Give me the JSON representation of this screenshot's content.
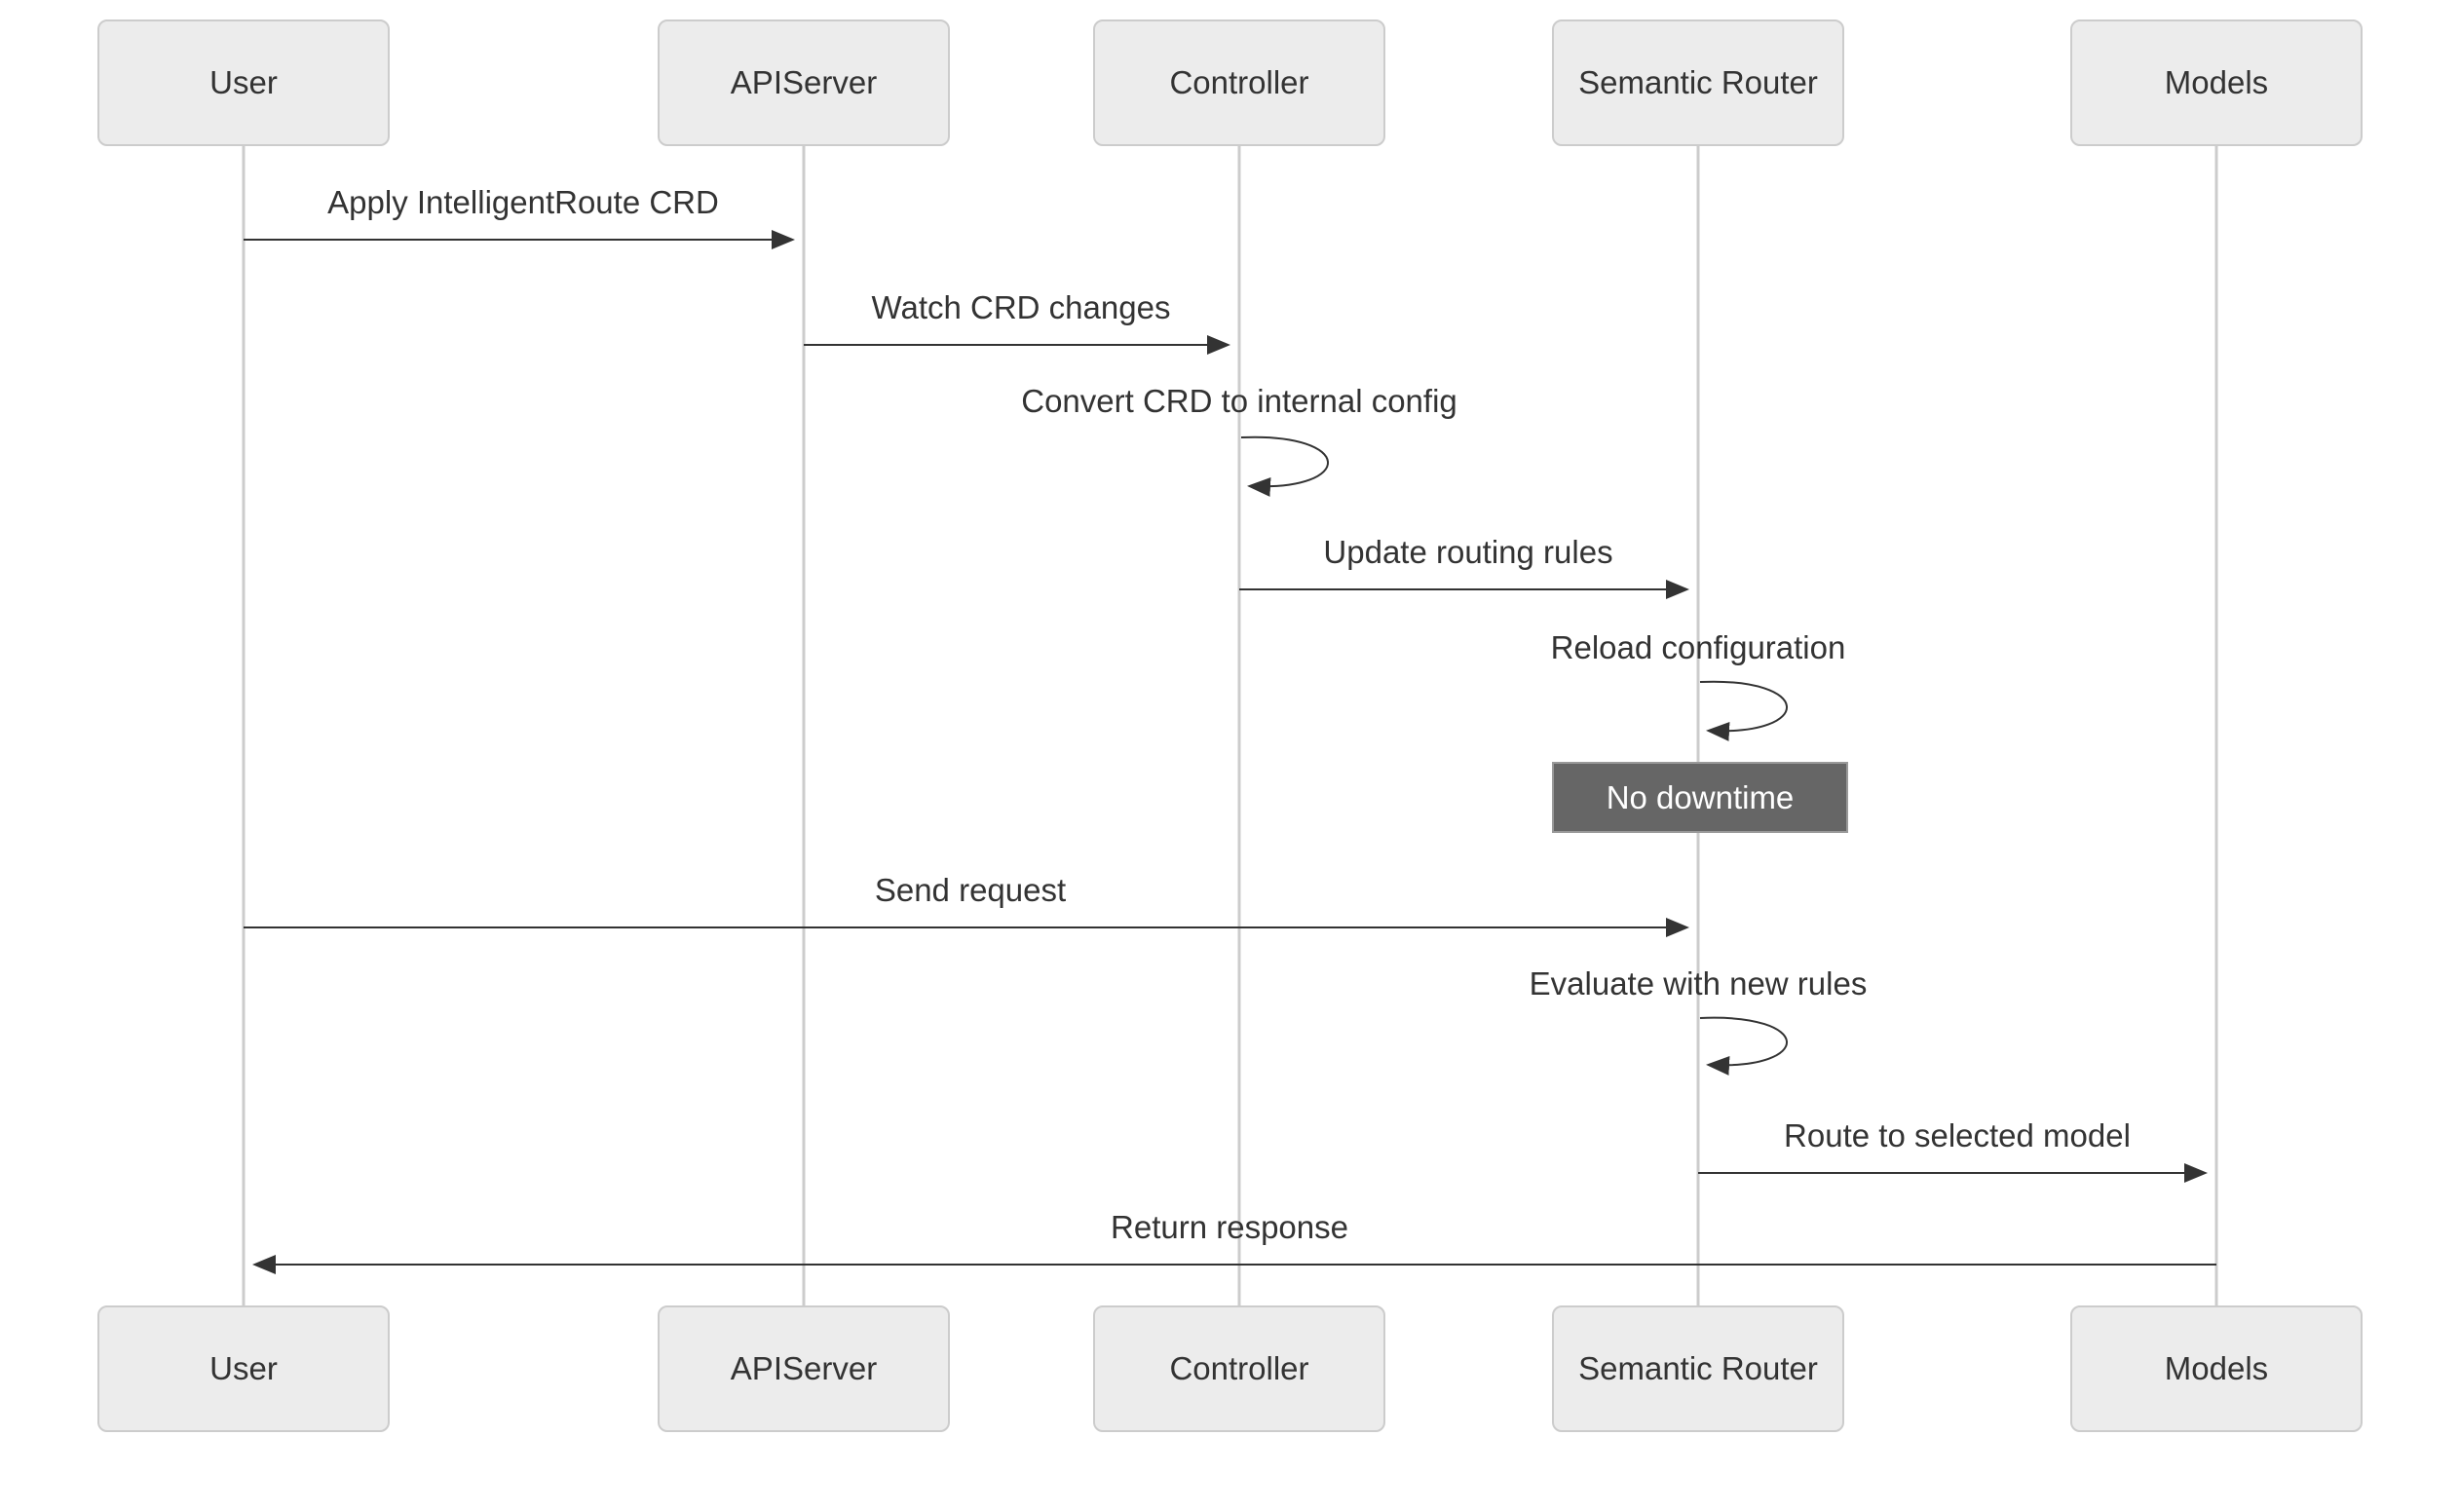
{
  "diagram": {
    "type": "sequence",
    "participants": [
      {
        "id": "user",
        "label": "User"
      },
      {
        "id": "apiserver",
        "label": "APIServer"
      },
      {
        "id": "controller",
        "label": "Controller"
      },
      {
        "id": "semantic_router",
        "label": "Semantic Router"
      },
      {
        "id": "models",
        "label": "Models"
      }
    ],
    "messages": [
      {
        "from": "user",
        "to": "apiserver",
        "kind": "arrow",
        "text": "Apply IntelligentRoute CRD"
      },
      {
        "from": "apiserver",
        "to": "controller",
        "kind": "arrow",
        "text": "Watch CRD changes"
      },
      {
        "from": "controller",
        "to": "controller",
        "kind": "self",
        "text": "Convert CRD to internal config"
      },
      {
        "from": "controller",
        "to": "semantic_router",
        "kind": "arrow",
        "text": "Update routing rules"
      },
      {
        "from": "semantic_router",
        "to": "semantic_router",
        "kind": "self",
        "text": "Reload configuration"
      },
      {
        "from": "user",
        "to": "semantic_router",
        "kind": "arrow",
        "text": "Send request"
      },
      {
        "from": "semantic_router",
        "to": "semantic_router",
        "kind": "self",
        "text": "Evaluate with new rules"
      },
      {
        "from": "semantic_router",
        "to": "models",
        "kind": "arrow",
        "text": "Route to selected model"
      },
      {
        "from": "models",
        "to": "user",
        "kind": "arrow",
        "text": "Return response"
      }
    ],
    "note": {
      "over": "semantic_router",
      "text": "No downtime"
    },
    "colors": {
      "actor_fill": "#ececec",
      "actor_border": "#cccccc",
      "lifeline": "#cccccc",
      "arrow": "#333333",
      "text": "#333333",
      "note_fill": "#666666",
      "note_border": "#999999",
      "note_text": "#ffffff"
    }
  }
}
